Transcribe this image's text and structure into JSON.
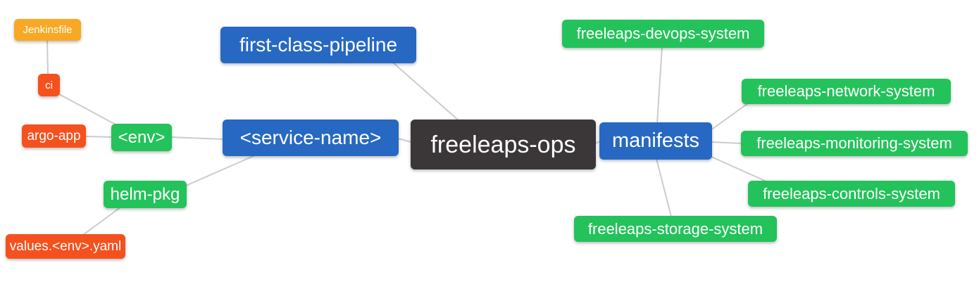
{
  "diagram": {
    "type": "mindmap",
    "root": "freeleaps-ops",
    "background_color": "#ffffff",
    "edge_color": "#cccccc",
    "palette": {
      "root_node": "#3B3738",
      "branch_node": "#2768C3",
      "green_node": "#24C25B",
      "red_node": "#F4511E",
      "orange_node": "#F9A825",
      "text": "#ffffff"
    },
    "nodes": [
      {
        "id": "jenkinsfile",
        "label": "Jenkinsfile",
        "color": "#F9A825",
        "level": 4
      },
      {
        "id": "ci",
        "label": "ci",
        "color": "#F4511E",
        "level": 3
      },
      {
        "id": "argo-app",
        "label": "argo-app",
        "color": "#F4511E",
        "level": 3
      },
      {
        "id": "env",
        "label": "<env>",
        "color": "#24C25B",
        "level": 2
      },
      {
        "id": "helm-pkg",
        "label": "helm-pkg",
        "color": "#24C25B",
        "level": 2
      },
      {
        "id": "values-env-yaml",
        "label": "values.<env>.yaml",
        "color": "#F4511E",
        "level": 3
      },
      {
        "id": "first-class-pipeline",
        "label": "first-class-pipeline",
        "color": "#2768C3",
        "level": 1
      },
      {
        "id": "service-name",
        "label": "<service-name>",
        "color": "#2768C3",
        "level": 1
      },
      {
        "id": "freeleaps-ops",
        "label": "freeleaps-ops",
        "color": "#3B3738",
        "level": 0
      },
      {
        "id": "manifests",
        "label": "manifests",
        "color": "#2768C3",
        "level": 1
      },
      {
        "id": "freeleaps-devops-system",
        "label": "freeleaps-devops-system",
        "color": "#24C25B",
        "level": 2
      },
      {
        "id": "freeleaps-network-system",
        "label": "freeleaps-network-system",
        "color": "#24C25B",
        "level": 2
      },
      {
        "id": "freeleaps-monitoring-system",
        "label": "freeleaps-monitoring-system",
        "color": "#24C25B",
        "level": 2
      },
      {
        "id": "freeleaps-controls-system",
        "label": "freeleaps-controls-system",
        "color": "#24C25B",
        "level": 2
      },
      {
        "id": "freeleaps-storage-system",
        "label": "freeleaps-storage-system",
        "color": "#24C25B",
        "level": 2
      }
    ],
    "edges": [
      {
        "from": "jenkinsfile",
        "to": "ci"
      },
      {
        "from": "ci",
        "to": "env"
      },
      {
        "from": "argo-app",
        "to": "env"
      },
      {
        "from": "env",
        "to": "service-name"
      },
      {
        "from": "helm-pkg",
        "to": "service-name"
      },
      {
        "from": "values-env-yaml",
        "to": "helm-pkg"
      },
      {
        "from": "first-class-pipeline",
        "to": "freeleaps-ops"
      },
      {
        "from": "service-name",
        "to": "freeleaps-ops"
      },
      {
        "from": "freeleaps-ops",
        "to": "manifests"
      },
      {
        "from": "manifests",
        "to": "freeleaps-devops-system"
      },
      {
        "from": "manifests",
        "to": "freeleaps-network-system"
      },
      {
        "from": "manifests",
        "to": "freeleaps-monitoring-system"
      },
      {
        "from": "manifests",
        "to": "freeleaps-controls-system"
      },
      {
        "from": "manifests",
        "to": "freeleaps-storage-system"
      }
    ]
  }
}
